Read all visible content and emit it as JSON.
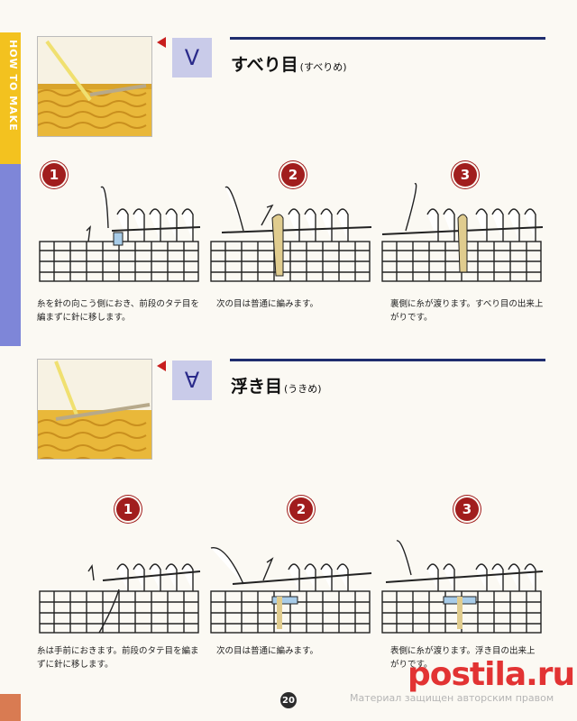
{
  "side_tab": {
    "label": "HOW TO MAKE"
  },
  "sections": [
    {
      "symbol": "V",
      "title": "すべり目",
      "reading": "(すべりめ)",
      "steps": [
        {
          "num": "1",
          "caption": "糸を針の向こう側におき、前段のタテ目を編まずに針に移します。"
        },
        {
          "num": "2",
          "caption": "次の目は普通に編みます。"
        },
        {
          "num": "3",
          "caption": "裏側に糸が渡ります。すべり目の出来上がりです。"
        }
      ]
    },
    {
      "symbol": "∀",
      "title": "浮き目",
      "reading": "(うきめ)",
      "steps": [
        {
          "num": "1",
          "caption": "糸は手前におきます。前段のタテ目を編まずに針に移します。"
        },
        {
          "num": "2",
          "caption": "次の目は普通に編みます。"
        },
        {
          "num": "3",
          "caption": "表側に糸が渡ります。浮き目の出来上がりです。"
        }
      ]
    }
  ],
  "page_number": "20",
  "watermark": "Материал защищен авторским правом",
  "brand": "postila.ru",
  "colors": {
    "accent_red": "#a11d1d",
    "rule_navy": "#1f2d6e",
    "tab_yellow": "#f3c21f",
    "tab_blue": "#7e86d8",
    "symbol_bg": "#c9cbe9"
  }
}
